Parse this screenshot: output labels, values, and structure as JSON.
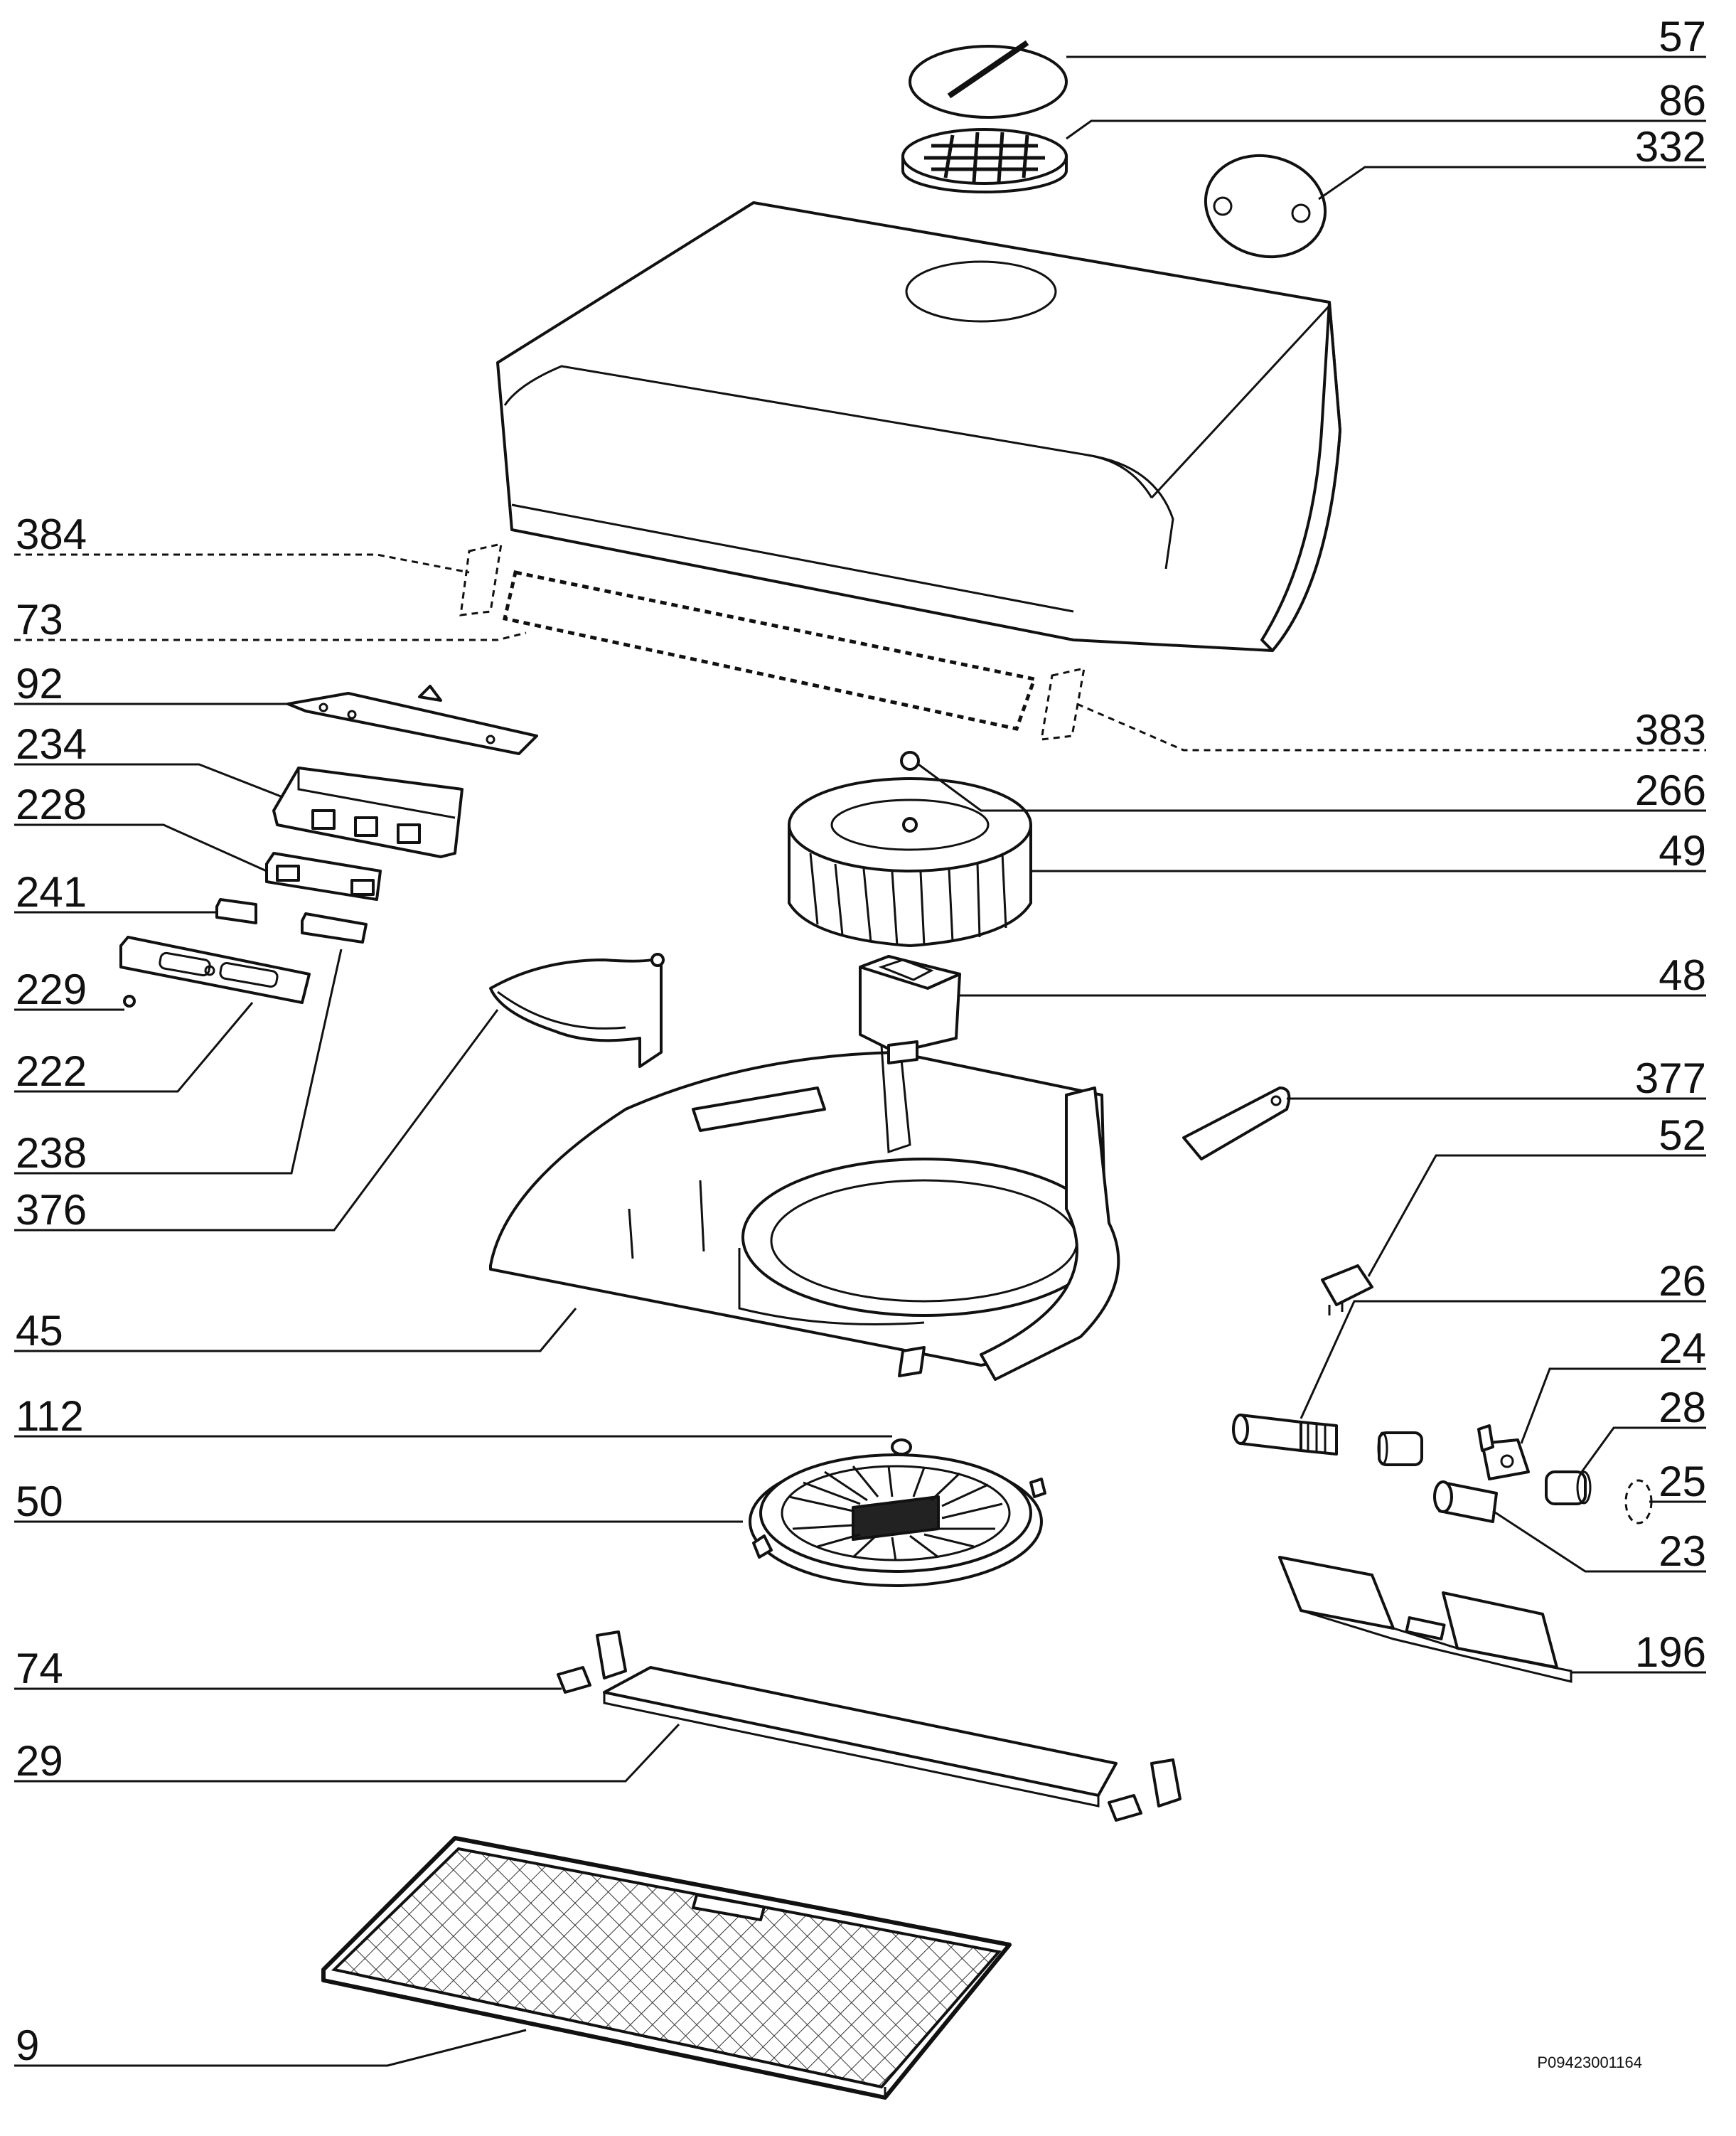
{
  "drawing_code": "P09423001164",
  "callouts": [
    {
      "id": "57",
      "text": "57"
    },
    {
      "id": "86",
      "text": "86"
    },
    {
      "id": "332",
      "text": "332"
    },
    {
      "id": "384",
      "text": "384"
    },
    {
      "id": "73",
      "text": "73"
    },
    {
      "id": "92",
      "text": "92"
    },
    {
      "id": "234",
      "text": "234"
    },
    {
      "id": "228",
      "text": "228"
    },
    {
      "id": "241",
      "text": "241"
    },
    {
      "id": "229",
      "text": "229"
    },
    {
      "id": "222",
      "text": "222"
    },
    {
      "id": "238",
      "text": "238"
    },
    {
      "id": "376",
      "text": "376"
    },
    {
      "id": "45",
      "text": "45"
    },
    {
      "id": "112",
      "text": "112"
    },
    {
      "id": "50",
      "text": "50"
    },
    {
      "id": "74",
      "text": "74"
    },
    {
      "id": "29",
      "text": "29"
    },
    {
      "id": "9",
      "text": "9"
    },
    {
      "id": "383",
      "text": "383"
    },
    {
      "id": "266",
      "text": "266"
    },
    {
      "id": "49",
      "text": "49"
    },
    {
      "id": "48",
      "text": "48"
    },
    {
      "id": "377",
      "text": "377"
    },
    {
      "id": "52",
      "text": "52"
    },
    {
      "id": "26",
      "text": "26"
    },
    {
      "id": "24",
      "text": "24"
    },
    {
      "id": "28",
      "text": "28"
    },
    {
      "id": "25",
      "text": "25"
    },
    {
      "id": "23",
      "text": "23"
    },
    {
      "id": "196",
      "text": "196"
    }
  ]
}
